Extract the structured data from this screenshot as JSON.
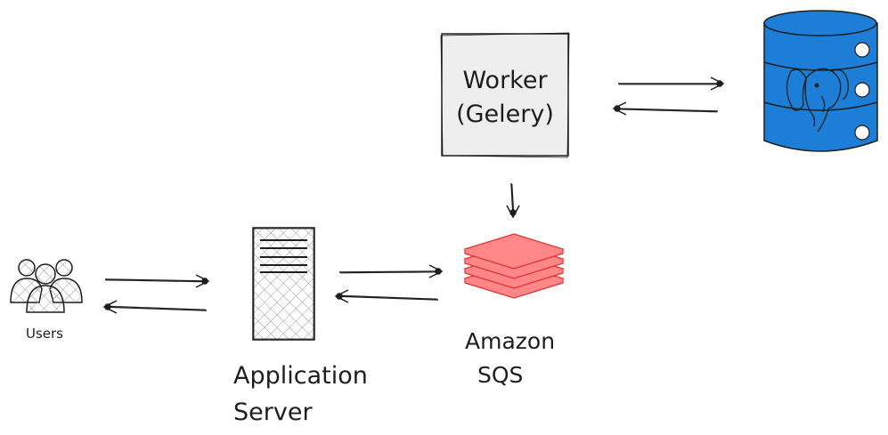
{
  "nodes": {
    "users": {
      "label": "Users"
    },
    "app_server": {
      "label_line1": "Application",
      "label_line2": "Server"
    },
    "sqs": {
      "label_line1": "Amazon",
      "label_line2": "SQS"
    },
    "worker": {
      "label_line1": "Worker",
      "label_line2": "(Gelery)"
    },
    "database": {
      "icon": "postgresql-elephant"
    }
  },
  "colors": {
    "stroke": "#1e1e1e",
    "worker_fill": "#eeeeee",
    "sqs_fill": "#ff8787",
    "sqs_stroke": "#e03131",
    "db_fill": "#1c7ed6",
    "db_band": "#1971c2"
  }
}
